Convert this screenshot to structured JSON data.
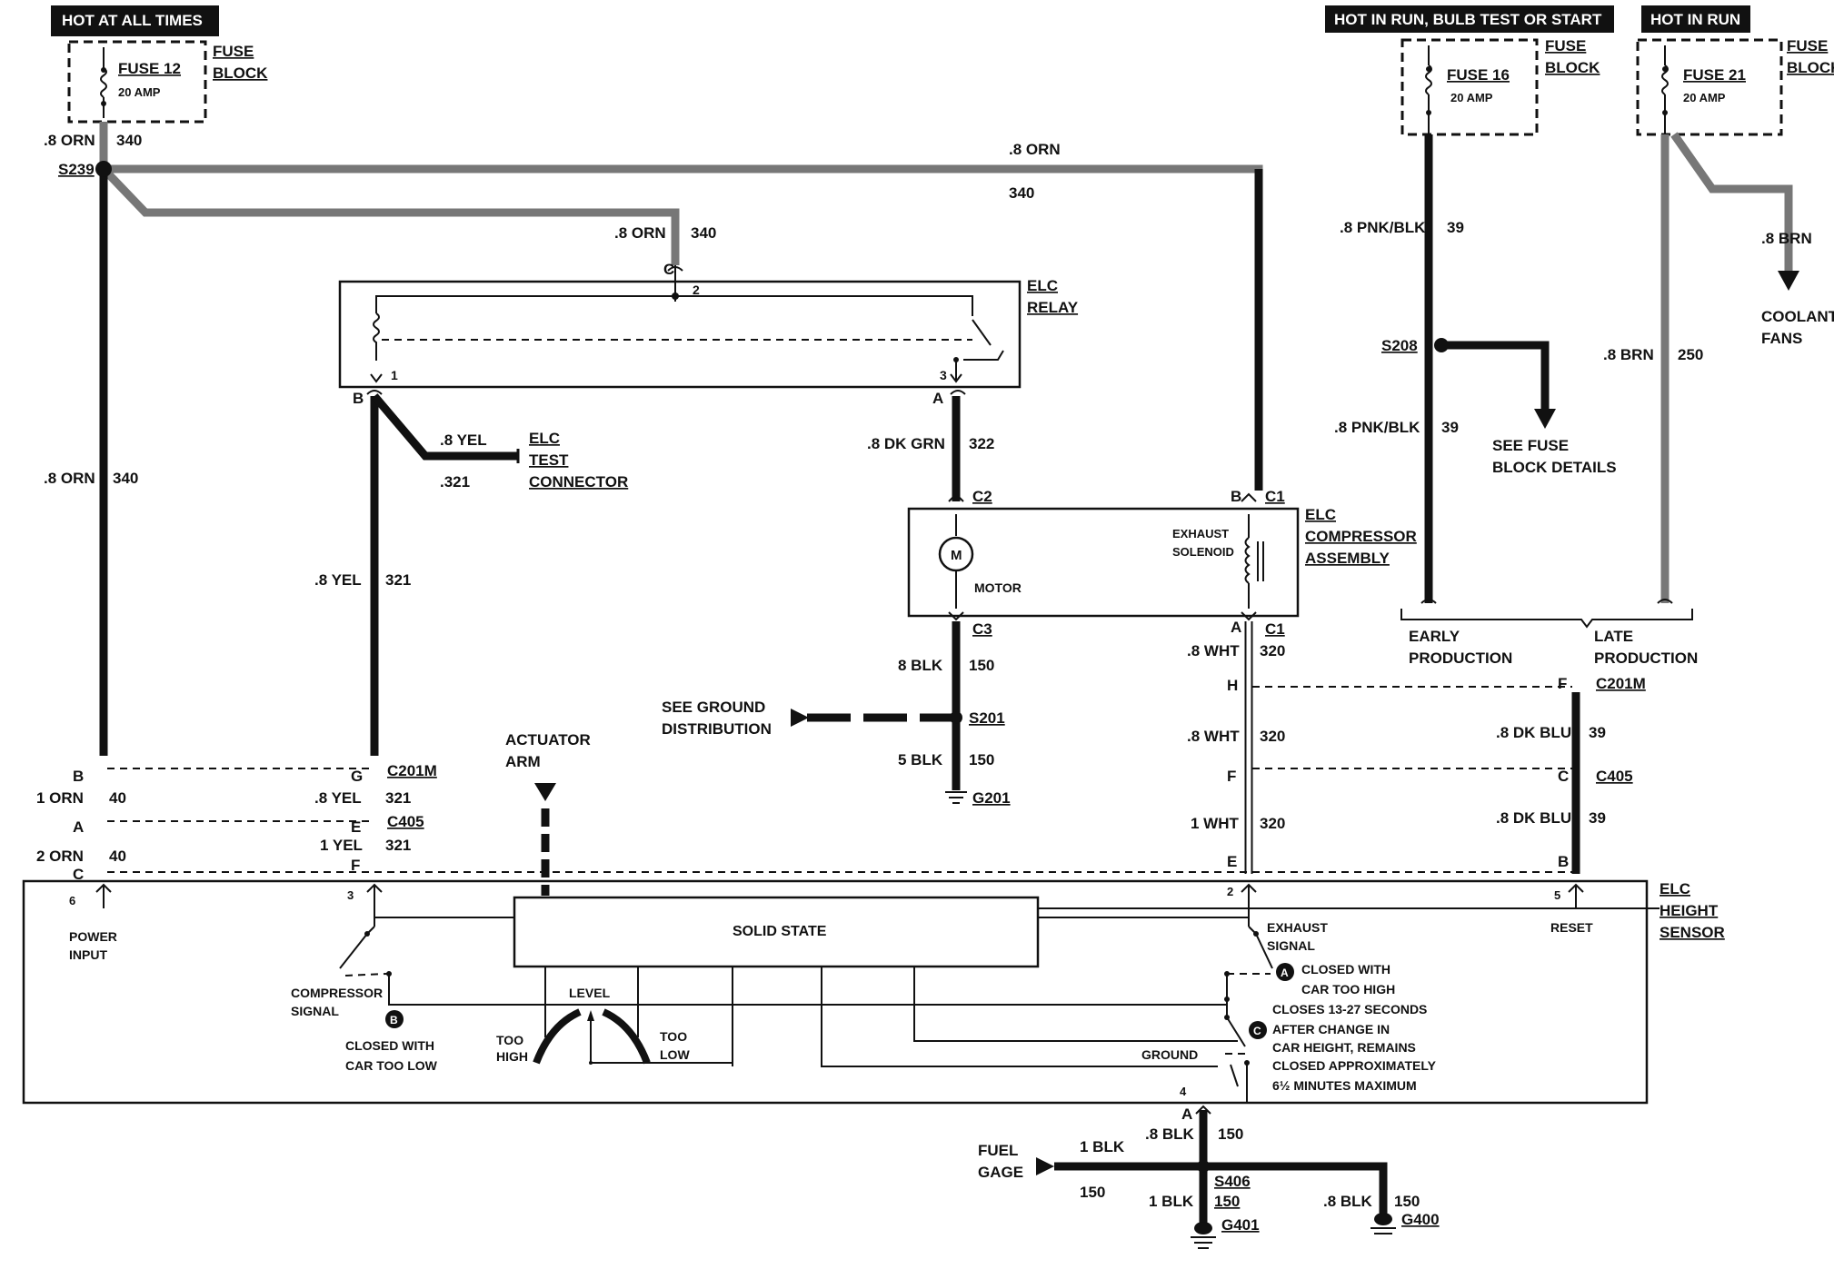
{
  "banners": {
    "hot_at_all_times": "HOT AT ALL TIMES",
    "hot_in_run_bulb": "HOT IN RUN, BULB TEST OR START",
    "hot_in_run": "HOT IN RUN"
  },
  "fuses": {
    "fuse12": {
      "name": "FUSE 12",
      "rating": "20 AMP",
      "block1": "FUSE",
      "block2": "BLOCK"
    },
    "fuse16": {
      "name": "FUSE 16",
      "rating": "20 AMP",
      "block1": "FUSE",
      "block2": "BLOCK"
    },
    "fuse21": {
      "name": "FUSE 21",
      "rating": "20 AMP",
      "block1": "FUSE",
      "block2": "BLOCK"
    }
  },
  "splices": {
    "s239": "S239",
    "s208": "S208",
    "s201": "S201",
    "s406": "S406"
  },
  "wires": {
    "orn_08": ".8 ORN",
    "c340": "340",
    "pnk_blk": ".8 PNK/BLK",
    "c39": "39",
    "brn_08": ".8 BRN",
    "c250": "250",
    "yel_08": ".8 YEL",
    "c321": "321",
    "c321b": ".321",
    "dk_grn": ".8 DK GRN",
    "c322": "322",
    "blk_8": "8 BLK",
    "c150": "150",
    "blk_5": "5 BLK",
    "wht_08": ".8 WHT",
    "c320": "320",
    "dk_blu": ".8 DK BLU",
    "orn_1": "1 ORN",
    "orn_2": "2 ORN",
    "c40": "40",
    "yel_1": "1 YEL",
    "wht_1": "1 WHT",
    "blk_08": ".8 BLK",
    "blk_1": "1 BLK"
  },
  "components": {
    "elc_relay_1": "ELC",
    "elc_relay_2": "RELAY",
    "elc_test_1": "ELC",
    "elc_test_2": "TEST",
    "elc_test_3": "CONNECTOR",
    "elc_comp_1": "ELC",
    "elc_comp_2": "COMPRESSOR",
    "elc_comp_3": "ASSEMBLY",
    "exhaust_1": "EXHAUST",
    "exhaust_2": "SOLENOID",
    "motor": "MOTOR",
    "motor_symbol": "M",
    "elc_height_1": "ELC",
    "elc_height_2": "HEIGHT",
    "elc_height_3": "SENSOR",
    "solid_state": "SOLID STATE",
    "power_input_1": "POWER",
    "power_input_2": "INPUT",
    "comp_signal_1": "COMPRESSOR",
    "comp_signal_2": "SIGNAL",
    "exh_signal_1": "EXHAUST",
    "exh_signal_2": "SIGNAL",
    "reset": "RESET",
    "level": "LEVEL",
    "too_high_1": "TOO",
    "too_high_2": "HIGH",
    "too_low_1": "TOO",
    "too_low_2": "LOW",
    "ground": "GROUND",
    "actuator_1": "ACTUATOR",
    "actuator_2": "ARM",
    "coolant_1": "COOLANT",
    "coolant_2": "FANS",
    "see_fuse_1": "SEE FUSE",
    "see_fuse_2": "BLOCK DETAILS",
    "see_ground_1": "SEE GROUND",
    "see_ground_2": "DISTRIBUTION",
    "early_1": "EARLY",
    "early_2": "PRODUCTION",
    "late_1": "LATE",
    "late_2": "PRODUCTION",
    "fuel_1": "FUEL",
    "fuel_2": "GAGE"
  },
  "notes": {
    "a_1": "CLOSED WITH",
    "a_2": "CAR TOO HIGH",
    "b_1": "CLOSED WITH",
    "b_2": "CAR TOO LOW",
    "c_1": "CLOSES 13-27 SECONDS",
    "c_2": "AFTER CHANGE IN",
    "c_3": "CAR HEIGHT, REMAINS",
    "c_4": "CLOSED APPROXIMATELY",
    "c_5": "6½ MINUTES MAXIMUM",
    "letter_a": "A",
    "letter_b": "B",
    "letter_c": "C"
  },
  "connectors": {
    "c1": "C1",
    "c2": "C2",
    "c3": "C3",
    "c201m": "C201M",
    "c405": "C405",
    "g201": "G201",
    "g401": "G401",
    "g400": "G400"
  },
  "pins": {
    "A": "A",
    "B": "B",
    "C": "C",
    "E": "E",
    "F": "F",
    "G": "G",
    "H": "H",
    "p1": "1",
    "p2": "2",
    "p3": "3",
    "p4": "4",
    "p5": "5",
    "p6": "6"
  }
}
